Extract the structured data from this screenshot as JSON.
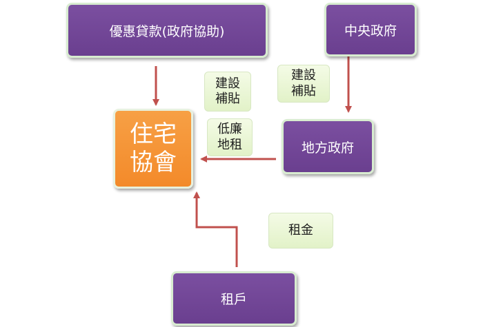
{
  "nodes": {
    "preferential_loan": "優惠貸款(政府協助)",
    "central_government": "中央政府",
    "housing_association": "住宅\n協會",
    "local_government": "地方政府",
    "tenant": "租戶"
  },
  "labels": {
    "construction_subsidy_left": "建設\n補貼",
    "construction_subsidy_right": "建設\n補貼",
    "low_rent_land": "低廉\n地租",
    "rent": "租金"
  },
  "colors": {
    "node_purple": "#6a3f8f",
    "node_orange": "#f38a2a",
    "label_green": "#e2f2c8",
    "arrow_red": "#c0504d"
  }
}
